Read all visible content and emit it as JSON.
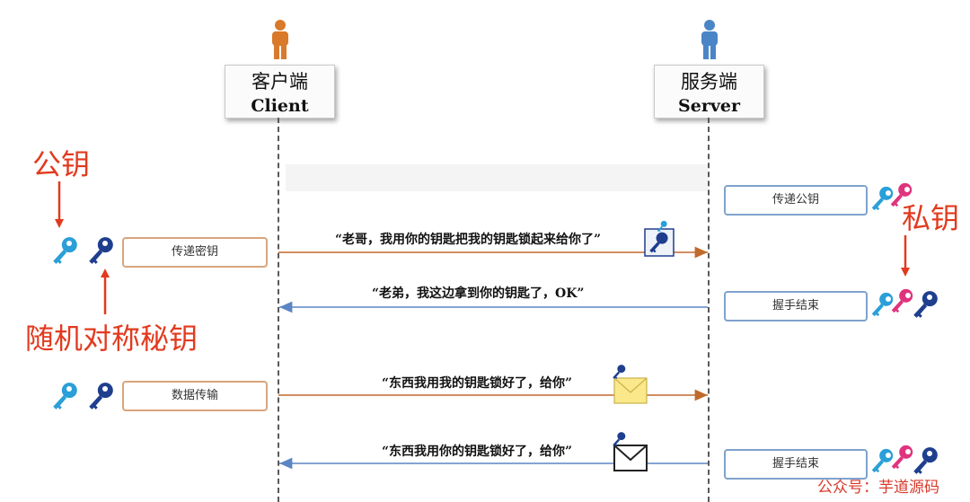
{
  "actors": {
    "client": {
      "cn": "客户端",
      "en": "Client",
      "color": "#d97a2b"
    },
    "server": {
      "cn": "服务端",
      "en": "Server",
      "color": "#4a86c6"
    }
  },
  "labels": {
    "public_key": "公钥",
    "private_key": "私钥",
    "random_symmetric_key": "随机对称秘钥"
  },
  "notes": {
    "send_public_key": "传递公钥",
    "send_secret_key": "传递密钥",
    "handshake_end_1": "握手结束",
    "data_transfer": "数据传输",
    "handshake_end_2": "握手结束"
  },
  "messages": {
    "m1": "“老哥，我用你的钥匙把我的钥匙锁起来给你了”",
    "m2": "“老弟，我这边拿到你的钥匙了，OK”",
    "m3": "“东西我用我的钥匙锁好了，给你”",
    "m4": "“东西我用你的钥匙锁好了，给你”"
  },
  "watermark": "公众号：芋道源码",
  "colors": {
    "key_cyan": "#2a9fd8",
    "key_navy": "#1f3f8e",
    "key_pink": "#e0337e",
    "arrow_orange": "#c06a2c",
    "arrow_blue": "#5b86c4",
    "red_label": "#e23a1e"
  }
}
